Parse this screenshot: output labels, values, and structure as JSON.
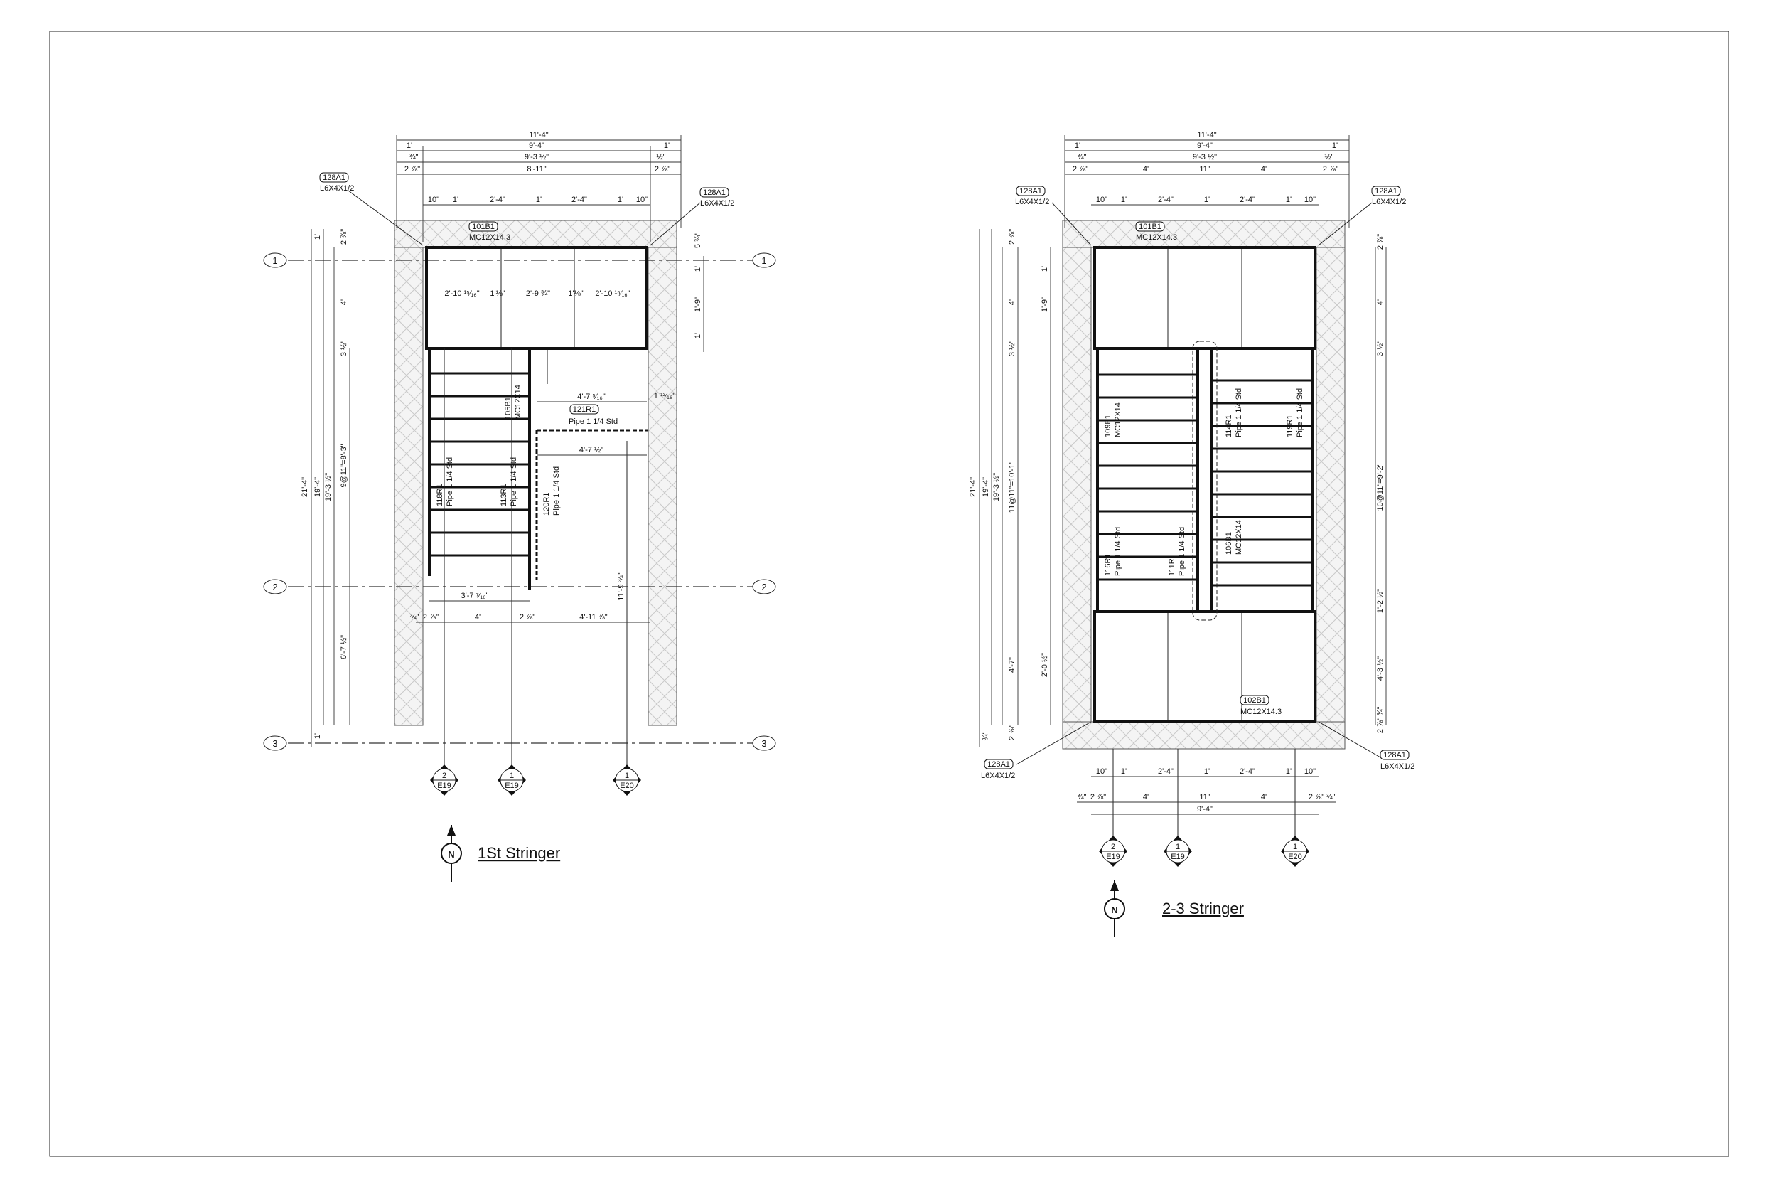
{
  "drawings": [
    {
      "title": "1St Stringer",
      "top_dims": [
        "11'-4\"",
        "1'",
        "9'-4\"",
        "1'",
        "¾\"",
        "9'-3 ½\"",
        "½\"",
        "2 ⅞\"",
        "8'-11\"",
        "2 ⅞\""
      ],
      "spacing_dims": [
        "10\"",
        "1'",
        "2'-4\"",
        "1'",
        "2'-4\"",
        "1'",
        "10\""
      ],
      "panel_dims": [
        "2'-10 ¹⁵⁄₁₆\"",
        "1'⅛\"",
        "2'-9 ¾\"",
        "1'⅛\"",
        "2'-10 ¹⁵⁄₁₆\""
      ],
      "left_dims": [
        "21'-4\"",
        "19'-4\"",
        "19'-3 ½\"",
        "9@11\"=8'-3\"",
        "6'-7 ½\"",
        "4'",
        "3 ½\"",
        "2 ⅞\"",
        "1'",
        "1'"
      ],
      "right_dims": [
        "1'",
        "1'-9\"",
        "1'",
        "5 ¾\"",
        "1 ¹³⁄₁₆\"",
        "11'-9 ¾\""
      ],
      "mid_dims": [
        "4'-7 ⁵⁄₁₆\"",
        "4'-7 ½\"",
        "3'-7 ⁷⁄₁₆\""
      ],
      "bottom_dims": [
        "¾\"",
        "2 ⅞\"",
        "4'",
        "2 ⅞\"",
        "4'-11 ⅞\""
      ],
      "members": [
        {
          "tag": "128A1",
          "desc": "L6X4X1/2"
        },
        {
          "tag": "128A1",
          "desc": "L6X4X1/2"
        },
        {
          "tag": "101B1",
          "desc": "MC12X14.3"
        },
        {
          "tag": "121R1",
          "desc": "Pipe 1 1/4 Std"
        },
        {
          "tag": "105B1",
          "desc": "MC12X14"
        },
        {
          "tag": "118R1",
          "desc": "Pipe 1 1/4 Std"
        },
        {
          "tag": "113R1",
          "desc": "Pipe 1 1/4 Std"
        },
        {
          "tag": "120R1",
          "desc": "Pipe 1 1/4 Std"
        }
      ],
      "sections": [
        {
          "num": "2",
          "sheet": "E19"
        },
        {
          "num": "1",
          "sheet": "E19"
        },
        {
          "num": "1",
          "sheet": "E20"
        }
      ]
    },
    {
      "title": "2-3 Stringer",
      "top_dims": [
        "11'-4\"",
        "1'",
        "9'-4\"",
        "1'",
        "¾\"",
        "9'-3 ½\"",
        "½\"",
        "2 ⅞\"",
        "4'",
        "11\"",
        "4'",
        "2 ⅞\""
      ],
      "spacing_dims": [
        "10\"",
        "1'",
        "2'-4\"",
        "1'",
        "2'-4\"",
        "1'",
        "10\""
      ],
      "left_dims": [
        "21'-4\"",
        "19'-4\"",
        "19'-3 ½\"",
        "11@11\"=10'-1\"",
        "4'-7\"",
        "4'",
        "3 ½\"",
        "2 ⅞\"",
        "1'",
        "2'-0 ½\"",
        "1'-9\"",
        "¾\"",
        "2 ⅞\""
      ],
      "right_dims": [
        "2 ⅞\"",
        "4'",
        "3 ½\"",
        "10@11\"=9'-2\"",
        "1'-2 ½\"",
        "4'-3 ½\"",
        "¾\"",
        "2 ⅞\""
      ],
      "bottom_dims": [
        "10\"",
        "1'",
        "2'-4\"",
        "1'",
        "2'-4\"",
        "1'",
        "10\"",
        "¾\"",
        "2 ⅞\"",
        "4'",
        "11\"",
        "4'",
        "2 ⅞\"",
        "¾\"",
        "9'-4\""
      ],
      "members": [
        {
          "tag": "128A1",
          "desc": "L6X4X1/2"
        },
        {
          "tag": "128A1",
          "desc": "L6X4X1/2"
        },
        {
          "tag": "128A1",
          "desc": "L6X4X1/2"
        },
        {
          "tag": "128A1",
          "desc": "L6X4X1/2"
        },
        {
          "tag": "101B1",
          "desc": "MC12X14.3"
        },
        {
          "tag": "102B1",
          "desc": "MC12X14.3"
        },
        {
          "tag": "109B1",
          "desc": "MC12X14"
        },
        {
          "tag": "106B1",
          "desc": "MC12X14"
        },
        {
          "tag": "114R1",
          "desc": "Pipe 1 1/4 Std"
        },
        {
          "tag": "119R1",
          "desc": "Pipe 1 1/4 Std"
        },
        {
          "tag": "116R1",
          "desc": "Pipe 1 1/4 Std"
        },
        {
          "tag": "111R1",
          "desc": "Pipe 1 1/4 Std"
        }
      ],
      "sections": [
        {
          "num": "2",
          "sheet": "E19"
        },
        {
          "num": "1",
          "sheet": "E19"
        },
        {
          "num": "1",
          "sheet": "E20"
        }
      ]
    }
  ],
  "grid_lines": [
    "1",
    "2",
    "3"
  ],
  "north_label": "N"
}
